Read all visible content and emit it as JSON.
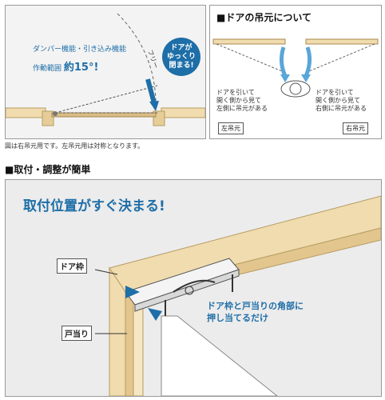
{
  "top_left": {
    "caption": "ダンパー機能・引き込み機能",
    "range_label": "作動範囲",
    "range_value": "約15°!",
    "free_label": "フリー",
    "bubble_line1": "ドアが",
    "bubble_line2": "ゆっくり",
    "bubble_line3": "閉まる!"
  },
  "top_right": {
    "title": "■ドアの吊元について",
    "left_desc": [
      "ドアを引いて",
      "開く側から見て",
      "左側に吊元がある"
    ],
    "right_desc": [
      "ドアを引いて",
      "開く側から見て",
      "右側に吊元がある"
    ],
    "left_tag": "左吊元",
    "right_tag": "右吊元"
  },
  "note": "図は右吊元用です。左吊元用は対称となります。",
  "install": {
    "heading": "■取付・調整が簡単",
    "headline": "取付位置がすぐ決まる!",
    "frame_label": "ドア枠",
    "stop_label": "戸当り",
    "callout_line1": "ドア枠と戸当りの角部に",
    "callout_line2": "押し当てるだけ"
  },
  "colors": {
    "accent": "#1e6ea8",
    "wood": "#f0dcae",
    "wood_dark": "#d9bd86"
  }
}
